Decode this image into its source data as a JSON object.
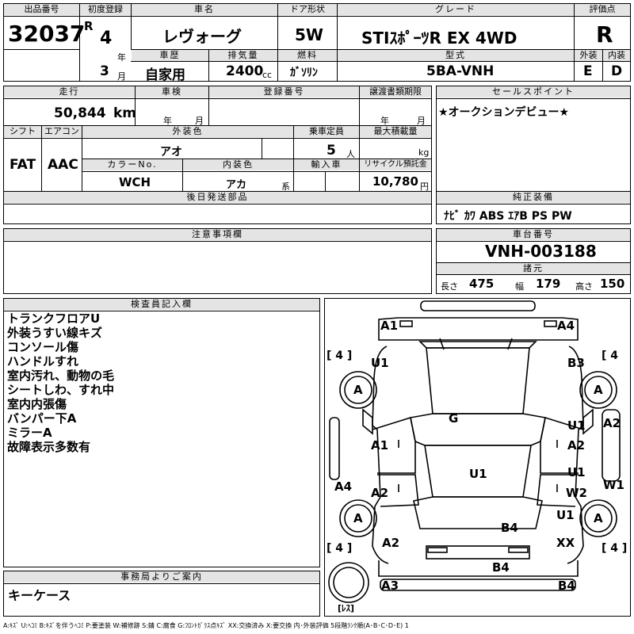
{
  "header": {
    "lot_label": "出品番号",
    "lot_no": "32037",
    "first_reg_label": "初度登録",
    "era": "R",
    "year": "4",
    "year_unit": "年",
    "month": "3",
    "month_unit": "月",
    "car_name_label": "車名",
    "car_name": "レヴォーグ",
    "door_label": "ドア形状",
    "door": "5W",
    "grade_label": "グレード",
    "grade": "STIｽﾎﾟｰﾂR EX 4WD",
    "score_label": "評価点",
    "score": "R",
    "history_label": "車歴",
    "history": "自家用",
    "displacement_label": "排気量",
    "displacement": "2400",
    "displacement_unit": "cc",
    "fuel_label": "燃料",
    "fuel": "ｶﾞｿﾘﾝ",
    "model_label": "型式",
    "model": "5BA-VNH",
    "exterior_label": "外装",
    "exterior": "E",
    "interior_label": "内装",
    "interior": "D"
  },
  "specs": {
    "mileage_label": "走行",
    "mileage": "50,844",
    "mileage_unit": "km",
    "inspection_label": "車検",
    "year_unit": "年",
    "month_unit": "月",
    "reg_no_label": "登録番号",
    "doc_date_label": "譲渡書類期限",
    "shift_label": "シフト",
    "shift": "FAT",
    "ac_label": "エアコン",
    "ac": "AAC",
    "color_label": "外装色",
    "color": "アオ",
    "capacity_label": "乗車定員",
    "capacity": "5",
    "capacity_unit": "人",
    "load_label": "最大積載量",
    "load_unit": "kg",
    "color_no_label": "カラーNo.",
    "color_no": "WCH",
    "interior_color_label": "内装色",
    "interior_color": "アカ",
    "interior_color_unit": "系",
    "import_label": "輸入車",
    "recycle_label": "リサイクル預託金",
    "recycle": "10,780",
    "recycle_unit": "円"
  },
  "later_parts_label": "後日発送部品",
  "sales_points": {
    "label": "セールスポイント",
    "text": "★オークションデビュー★"
  },
  "equipment": {
    "label": "純正装備",
    "text": "ﾅﾋﾞ ｶﾜ ABS ｴｱB PS PW"
  },
  "caution_label": "注意事項欄",
  "chassis": {
    "label": "車台番号",
    "number": "VNH-003188",
    "dims_label": "諸元",
    "length_label": "長さ",
    "length": "475",
    "width_label": "幅",
    "width": "179",
    "height_label": "高さ",
    "height": "150"
  },
  "inspector": {
    "label": "検査員記入欄",
    "lines": [
      "トランクフロアU",
      "外装うすい線キズ",
      "コンソール傷",
      "ハンドルすれ",
      "室内汚れ、動物の毛",
      "シートしわ、すれ中",
      "室内内張傷",
      "バンパー下A",
      "ミラーA",
      "故障表示多数有"
    ]
  },
  "office": {
    "label": "事務局よりご案内",
    "text": "キーケース"
  },
  "diagram": {
    "tire_count": "[ 4 ]",
    "tire_count_open": "[ 4",
    "tire_grade": "A",
    "spare_label": "[ﾚｽ]",
    "marks": {
      "front_left": "A1",
      "front_right": "A4",
      "fender_left": "U1",
      "fender_right": "B3",
      "hood": "G",
      "front_door_left": "A1",
      "front_door_right_1": "U1",
      "front_door_right_2": "A2",
      "side_left": "A4",
      "rear_door_left": "A2",
      "roof": "U1",
      "rear_door_right_1": "U1",
      "rear_door_right_2": "W2",
      "pillar_right": "A2",
      "side_right": "W1",
      "quarter_right": "U1",
      "trunk": "B4",
      "rear_quarter_left": "A2",
      "rear_quarter_right": "XX",
      "rear_bumper": "B4",
      "rear_left": "A3",
      "rear_right": "B4"
    }
  },
  "legend": "A:ｷｽﾞ U:ﾍｺﾐ B:ｷｽﾞを伴うﾍｺﾐ P:要塗装 W:補修跡 S:錆 C:腐食 G:ﾌﾛﾝﾄｶﾞﾗｽ点ｷｽﾞ XX:交換済み X:要交換 内･外装評価 5段階ﾗﾝｸ順(A･B･C･D･E) 1"
}
